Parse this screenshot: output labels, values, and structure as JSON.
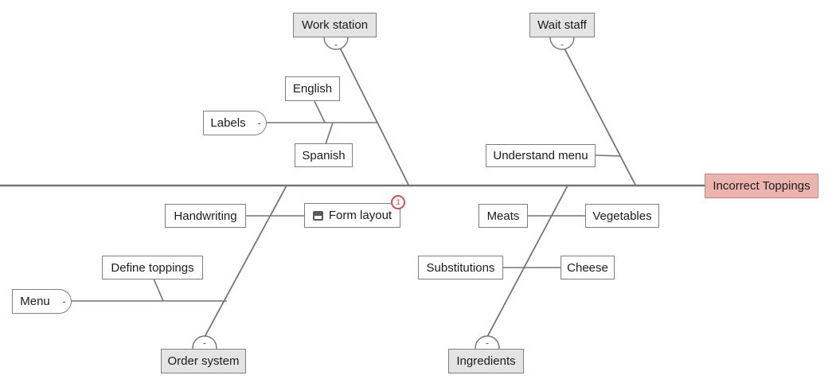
{
  "diagram": {
    "type": "fishbone-cause-effect",
    "effect": {
      "label": "Incorrect Toppings"
    },
    "categories": {
      "work_station": {
        "label": "Work station"
      },
      "wait_staff": {
        "label": "Wait staff"
      },
      "order_system": {
        "label": "Order system"
      },
      "ingredients": {
        "label": "Ingredients"
      }
    },
    "causes": {
      "labels": {
        "label": "Labels"
      },
      "english": {
        "label": "English"
      },
      "spanish": {
        "label": "Spanish"
      },
      "understand_menu": {
        "label": "Understand menu"
      },
      "handwriting": {
        "label": "Handwriting"
      },
      "form_layout": {
        "label": "Form layout",
        "comment_count": "1"
      },
      "define_toppings": {
        "label": "Define toppings"
      },
      "menu": {
        "label": "Menu"
      },
      "meats": {
        "label": "Meats"
      },
      "vegetables": {
        "label": "Vegetables"
      },
      "substitutions": {
        "label": "Substitutions"
      },
      "cheese": {
        "label": "Cheese"
      }
    },
    "glyphs": {
      "collapse": "-"
    },
    "colors": {
      "spine": "#757575",
      "bone": "#757575",
      "category_fill": "#e4e4e4",
      "cause_fill": "#ffffff",
      "node_border": "#7f7f7f",
      "effect_fill": "#ecb4af",
      "effect_border": "#c9837e",
      "badge_red": "#c9534f",
      "comment_icon": "#595959"
    }
  }
}
